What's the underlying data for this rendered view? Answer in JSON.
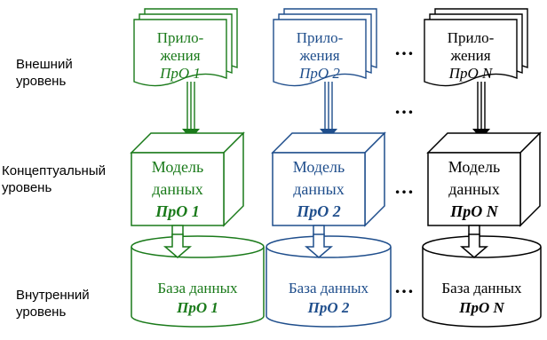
{
  "levels": {
    "external": [
      "Внешний",
      "уровень"
    ],
    "conceptual": [
      "Концептуальный",
      "уровень"
    ],
    "internal": [
      "Внутренний",
      "уровень"
    ]
  },
  "columns": [
    {
      "color": "#1a7a1a",
      "apps": [
        "Прило-",
        "жения",
        "ПрО 1"
      ],
      "model": [
        "Модель",
        "данных",
        "ПрО 1"
      ],
      "db": [
        "База данных",
        "ПрО 1"
      ]
    },
    {
      "color": "#1f4e8c",
      "apps": [
        "Прило-",
        "жения",
        "ПрО 2"
      ],
      "model": [
        "Модель",
        "данных",
        "ПрО 2"
      ],
      "db": [
        "База данных",
        "ПрО 2"
      ]
    },
    {
      "color": "#000000",
      "apps": [
        "Прило-",
        "жения",
        "ПрО N"
      ],
      "model": [
        "Модель",
        "данных",
        "ПрО N"
      ],
      "db": [
        "База данных",
        "ПрО N"
      ]
    }
  ],
  "ellipsis": "…"
}
